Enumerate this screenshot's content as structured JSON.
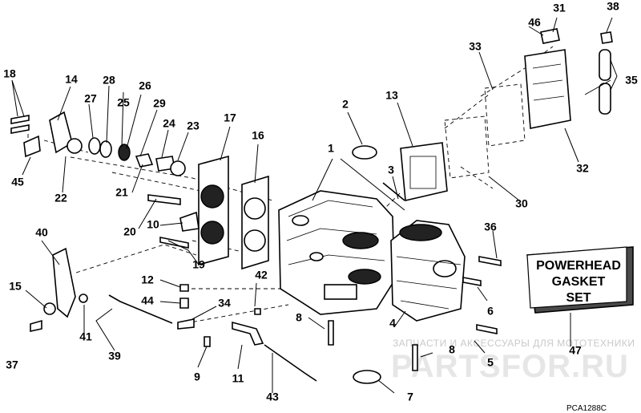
{
  "diagram_code": "PCA1288C",
  "gasket_set_box": {
    "lines": [
      "POWERHEAD",
      "GASKET",
      "SET"
    ],
    "callout": "47"
  },
  "watermark": {
    "small": "ЗАПЧАСТИ И АКСЕССУАРЫ ДЛЯ МОТОТЕХНИКИ",
    "large": "PARTSFOR.RU"
  },
  "callouts": {
    "c1": "1",
    "c2": "2",
    "c3": "3",
    "c4": "4",
    "c5": "5",
    "c6": "6",
    "c7": "7",
    "c8a": "8",
    "c8b": "8",
    "c9": "9",
    "c10": "10",
    "c11": "11",
    "c12": "12",
    "c13": "13",
    "c14": "14",
    "c15": "15",
    "c16": "16",
    "c17": "17",
    "c18": "18",
    "c19": "19",
    "c20": "20",
    "c21": "21",
    "c22": "22",
    "c23": "23",
    "c24": "24",
    "c25": "25",
    "c26": "26",
    "c27": "27",
    "c28": "28",
    "c29": "29",
    "c30": "30",
    "c31": "31",
    "c32": "32",
    "c33": "33",
    "c34": "34",
    "c35": "35",
    "c36": "36",
    "c37": "37",
    "c38": "38",
    "c39": "39",
    "c40": "40",
    "c41": "41",
    "c42": "42",
    "c43": "43",
    "c44": "44",
    "c45": "45",
    "c46": "46"
  }
}
